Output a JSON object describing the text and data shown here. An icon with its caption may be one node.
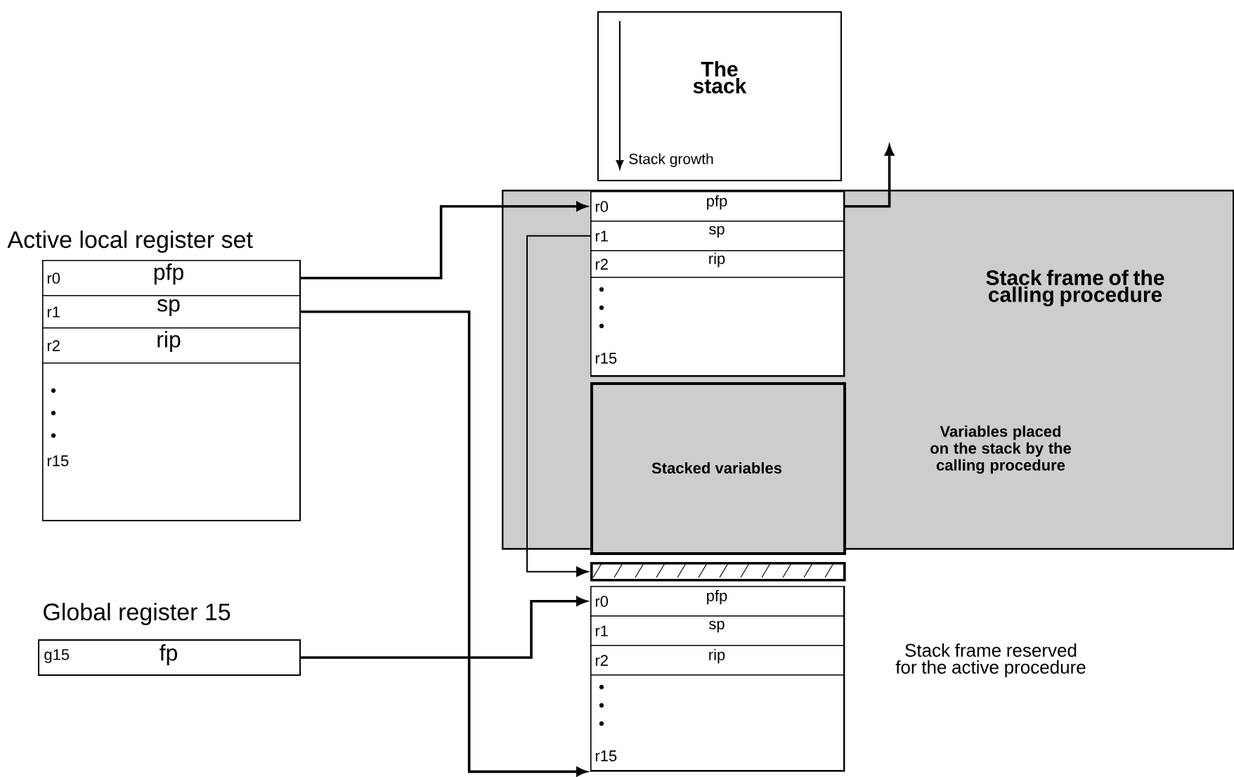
{
  "diagram": {
    "nodes": [
      {
        "text": [
          "The stack",
          "Stack growth"
        ]
      },
      {
        "text": [
          "Active local register set"
        ]
      },
      {
        "text": [
          "r0",
          "pfp"
        ],
        "in": 1
      },
      {
        "text": [
          "r1",
          "sp"
        ],
        "in": 1
      },
      {
        "text": [
          "r2",
          "rip"
        ],
        "in": 1
      },
      {
        "text": [
          "r15"
        ],
        "in": 1
      },
      {
        "text": [
          "Stack frame of the calling procedure",
          "Variables placed on the stack by the calling procedure"
        ]
      },
      {
        "text": [],
        "shape": "box",
        "in": 6
      },
      {
        "text": [
          "r0",
          "pfp"
        ],
        "in": 7
      },
      {
        "text": [
          "r1",
          "sp"
        ],
        "in": 7
      },
      {
        "text": [
          "r2",
          "rip"
        ],
        "in": 7
      },
      {
        "text": [
          "r15"
        ],
        "in": 7
      },
      {
        "text": [
          "Stacked variables"
        ],
        "in": 6
      },
      {
        "text": [],
        "shape": "bar"
      },
      {
        "text": [],
        "shape": "box",
        "beside": [
          "Stack frame reserved for the active procedure"
        ]
      },
      {
        "text": [
          "r0",
          "pfp"
        ],
        "in": 14
      },
      {
        "text": [
          "r1",
          "sp"
        ],
        "in": 14
      },
      {
        "text": [
          "r2",
          "rip"
        ],
        "in": 14
      },
      {
        "text": [
          "r15"
        ],
        "in": 14
      },
      {
        "text": [
          "Global register 15",
          "g15",
          "fp"
        ]
      }
    ],
    "edges": [
      {
        "from": 2,
        "to": 8,
        "arrow": "to"
      },
      {
        "from": 3,
        "to": 14,
        "arrow": "to"
      },
      {
        "from": 8,
        "to": null,
        "arrow": "to"
      },
      {
        "from": 9,
        "to": 13,
        "arrow": "to"
      },
      {
        "from": 19,
        "to": 15,
        "arrow": "to"
      }
    ]
  }
}
